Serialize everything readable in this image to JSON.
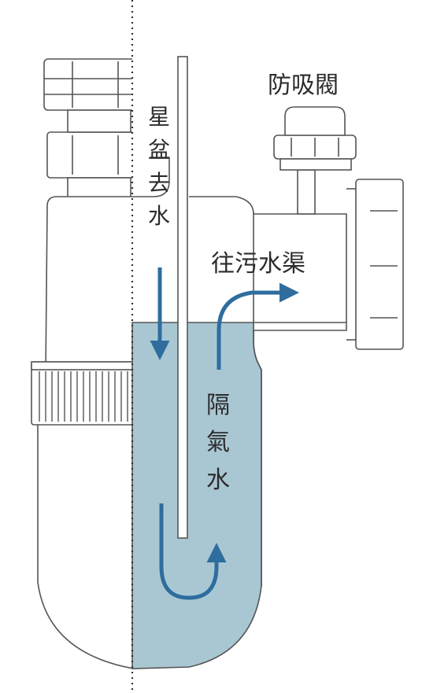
{
  "labels": {
    "anti_siphon_valve": "防吸閥",
    "sink_drain_1": "星",
    "sink_drain_2": "盆",
    "sink_drain_3": "去",
    "sink_drain_4": "水",
    "to_sewer": "往污水渠",
    "water_seal_1": "隔",
    "water_seal_2": "氣",
    "water_seal_3": "水"
  },
  "colors": {
    "water": "#a9c7d3",
    "arrow": "#2e6d9e",
    "outline": "#555555",
    "text": "#2b2b2b"
  }
}
